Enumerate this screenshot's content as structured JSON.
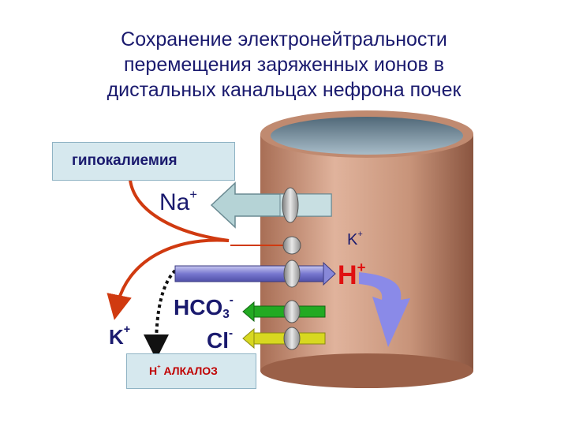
{
  "title": {
    "line1": "Сохранение электронейтральности",
    "line2": "перемещения заряженных ионов в",
    "line3": "дистальных канальцах  нефрона почек"
  },
  "boxes": {
    "hypokalemia": "гипокалиемия",
    "alkalosis_ion": "H",
    "alkalosis_charge": "+",
    "alkalosis_text": " АЛКАЛОЗ"
  },
  "ions": {
    "na": "Na",
    "na_charge": "+",
    "k_in": "K",
    "k_in_charge": "+",
    "h": "H",
    "h_charge": "+",
    "hco3": "HCO",
    "hco3_sub": "3",
    "hco3_charge": "-",
    "cl": "Cl",
    "cl_charge": "-",
    "k_out": "K",
    "k_out_charge": "+"
  },
  "colors": {
    "title": "#1a1a6e",
    "tube": "#c8947a",
    "na_arrow": "#b5d3d6",
    "h_arrow": "#7f7fd8",
    "hco3_arrow": "#22aa22",
    "cl_arrow": "#d8d820",
    "red_path": "#d03a10"
  }
}
